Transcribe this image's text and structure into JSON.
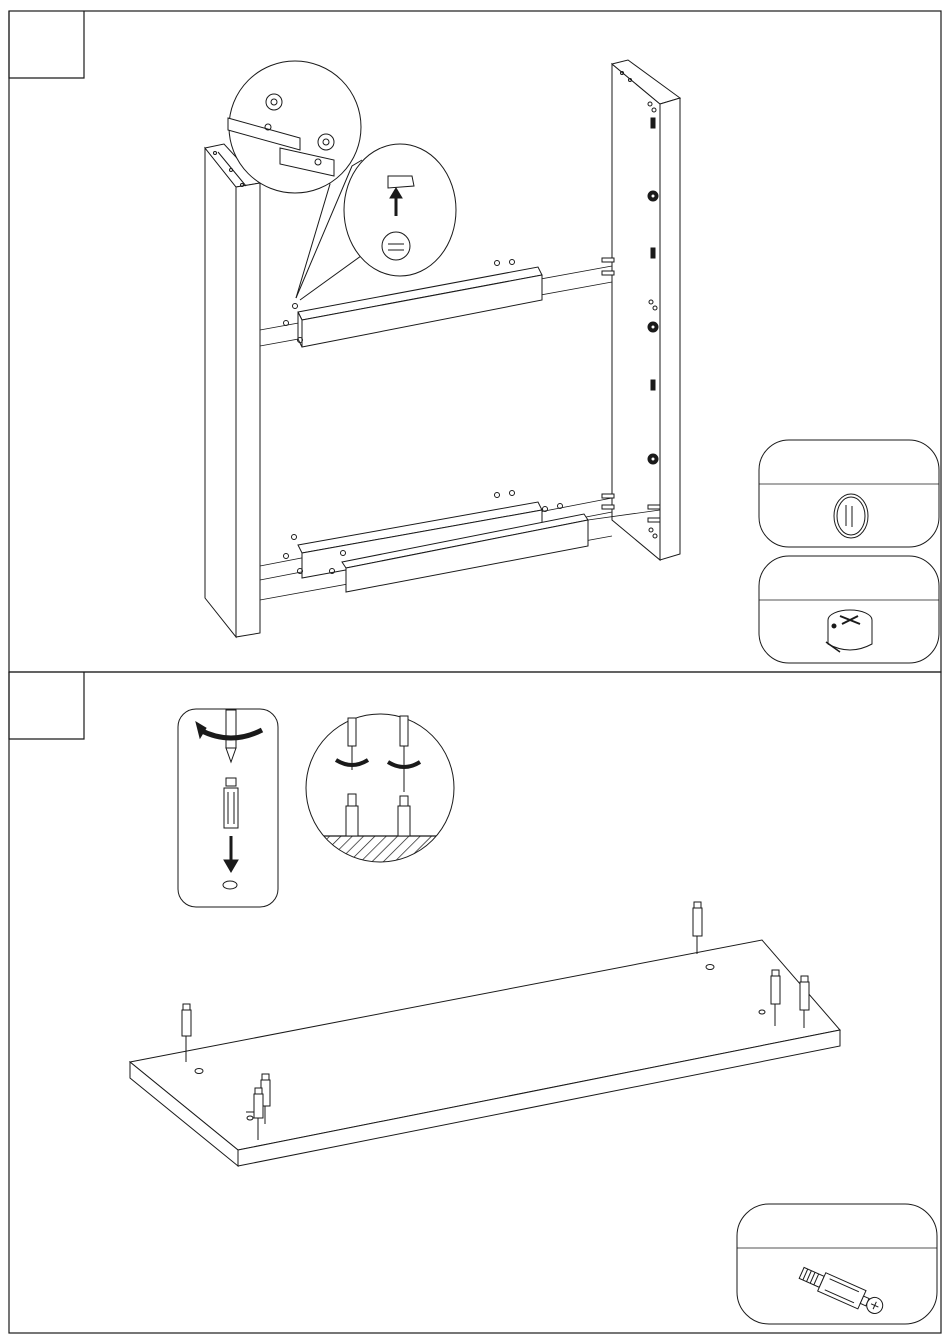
{
  "steps": [
    {
      "number": "",
      "parts": [
        "cam-lock-cover-cap",
        "cam-lock-fitting"
      ]
    },
    {
      "number": "",
      "parts": [
        "cam-bolt-dowel"
      ]
    }
  ],
  "colors": {
    "line": "#1a1a1a",
    "paper": "#ffffff",
    "shade": "#e8e8e8",
    "fill": "#222222"
  },
  "icons": [
    "cam-lock-icon",
    "cover-cap-icon",
    "cam-bolt-icon",
    "screwdriver-icon",
    "rotate-arrow-icon",
    "down-arrow-icon",
    "up-arrow-icon"
  ]
}
